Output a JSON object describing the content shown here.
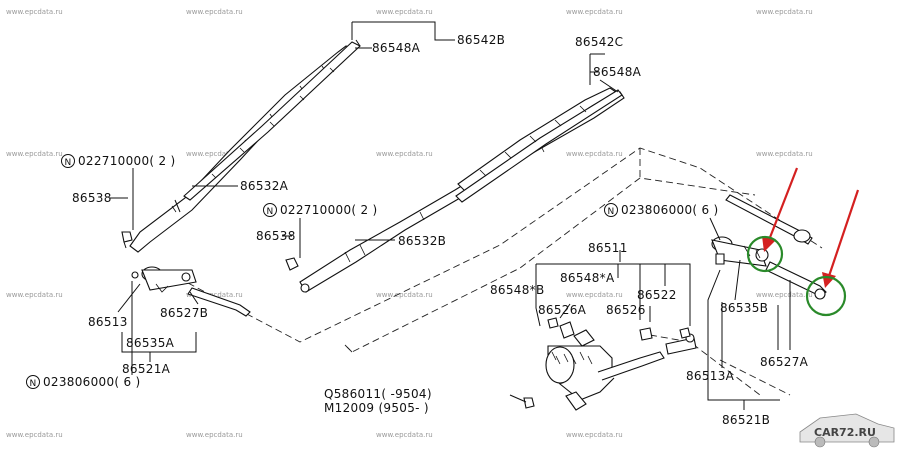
{
  "watermark": "www.epcdata.ru",
  "logo": {
    "text": "CAR72.RU"
  },
  "colors": {
    "arrow": "#d42020",
    "highlight_circle": "#2a8a2a",
    "line": "#111111",
    "watermark": "#9a9a9a"
  },
  "labels": {
    "l_86542B": "86542B",
    "l_86548A_left": "86548A",
    "l_86542C": "86542C",
    "l_86548A_right": "86548A",
    "l_bolt_left": "022710000( 2 )",
    "l_86538_left": "86538",
    "l_86532A": "86532A",
    "l_bolt_mid": "022710000( 2 )",
    "l_86538_mid": "86538",
    "l_86532B": "86532B",
    "l_nut_right": "023806000( 6 )",
    "l_86511": "86511",
    "l_86548B_star": "86548*B",
    "l_86548A_star": "86548*A",
    "l_86522": "86522",
    "l_86526A": "86526A",
    "l_86526": "86526",
    "l_86535B": "86535B",
    "l_86513": "86513",
    "l_86527B": "86527B",
    "l_86535A": "86535A",
    "l_86521A": "86521A",
    "l_nut_left": "023806000( 6 )",
    "l_Q586011": "Q586011(    -9504)",
    "l_M12009": "M12009  (9505-      )",
    "l_86527A": "86527A",
    "l_86513A": "86513A",
    "l_86521B": "86521B"
  },
  "markers": {
    "n_symbol": "N"
  }
}
